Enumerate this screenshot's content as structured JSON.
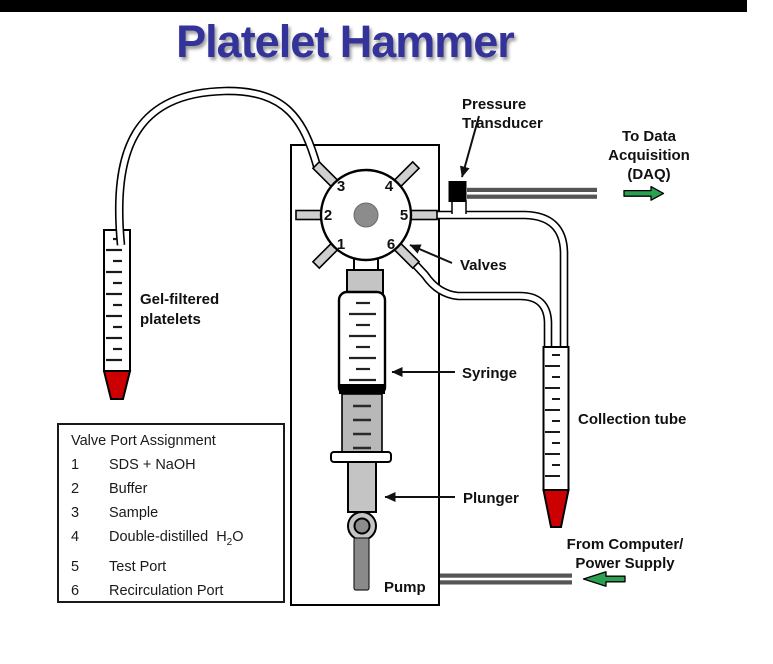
{
  "title": "Platelet Hammer",
  "valve": {
    "port_numbers": [
      "1",
      "2",
      "3",
      "4",
      "5",
      "6"
    ]
  },
  "labels": {
    "pressure_transducer": [
      "Pressure",
      "Transducer"
    ],
    "to_daq": [
      "To Data",
      "Acquisition",
      "(DAQ)"
    ],
    "valves": "Valves",
    "syringe": "Syringe",
    "collection_tube": "Collection tube",
    "plunger": "Plunger",
    "pump": "Pump",
    "gel_filtered_platelets": [
      "Gel-filtered",
      "platelets"
    ],
    "from_computer": [
      "From Computer/",
      "Power Supply"
    ]
  },
  "valve_port_assignment": {
    "title": "Valve Port Assignment",
    "rows": [
      {
        "num": "1",
        "label": "SDS + NaOH"
      },
      {
        "num": "2",
        "label": "Buffer"
      },
      {
        "num": "3",
        "label": "Sample"
      },
      {
        "num": "4",
        "label_h": "Double-distilled  H",
        "label_sub": "2",
        "label_o": "O"
      },
      {
        "num": "5",
        "label": "Test Port"
      },
      {
        "num": "6",
        "label": "Recirculation Port"
      }
    ]
  },
  "colors": {
    "title_blue": "#333399",
    "arrow_green": "#2aa152",
    "tube_red": "#cc0000"
  }
}
